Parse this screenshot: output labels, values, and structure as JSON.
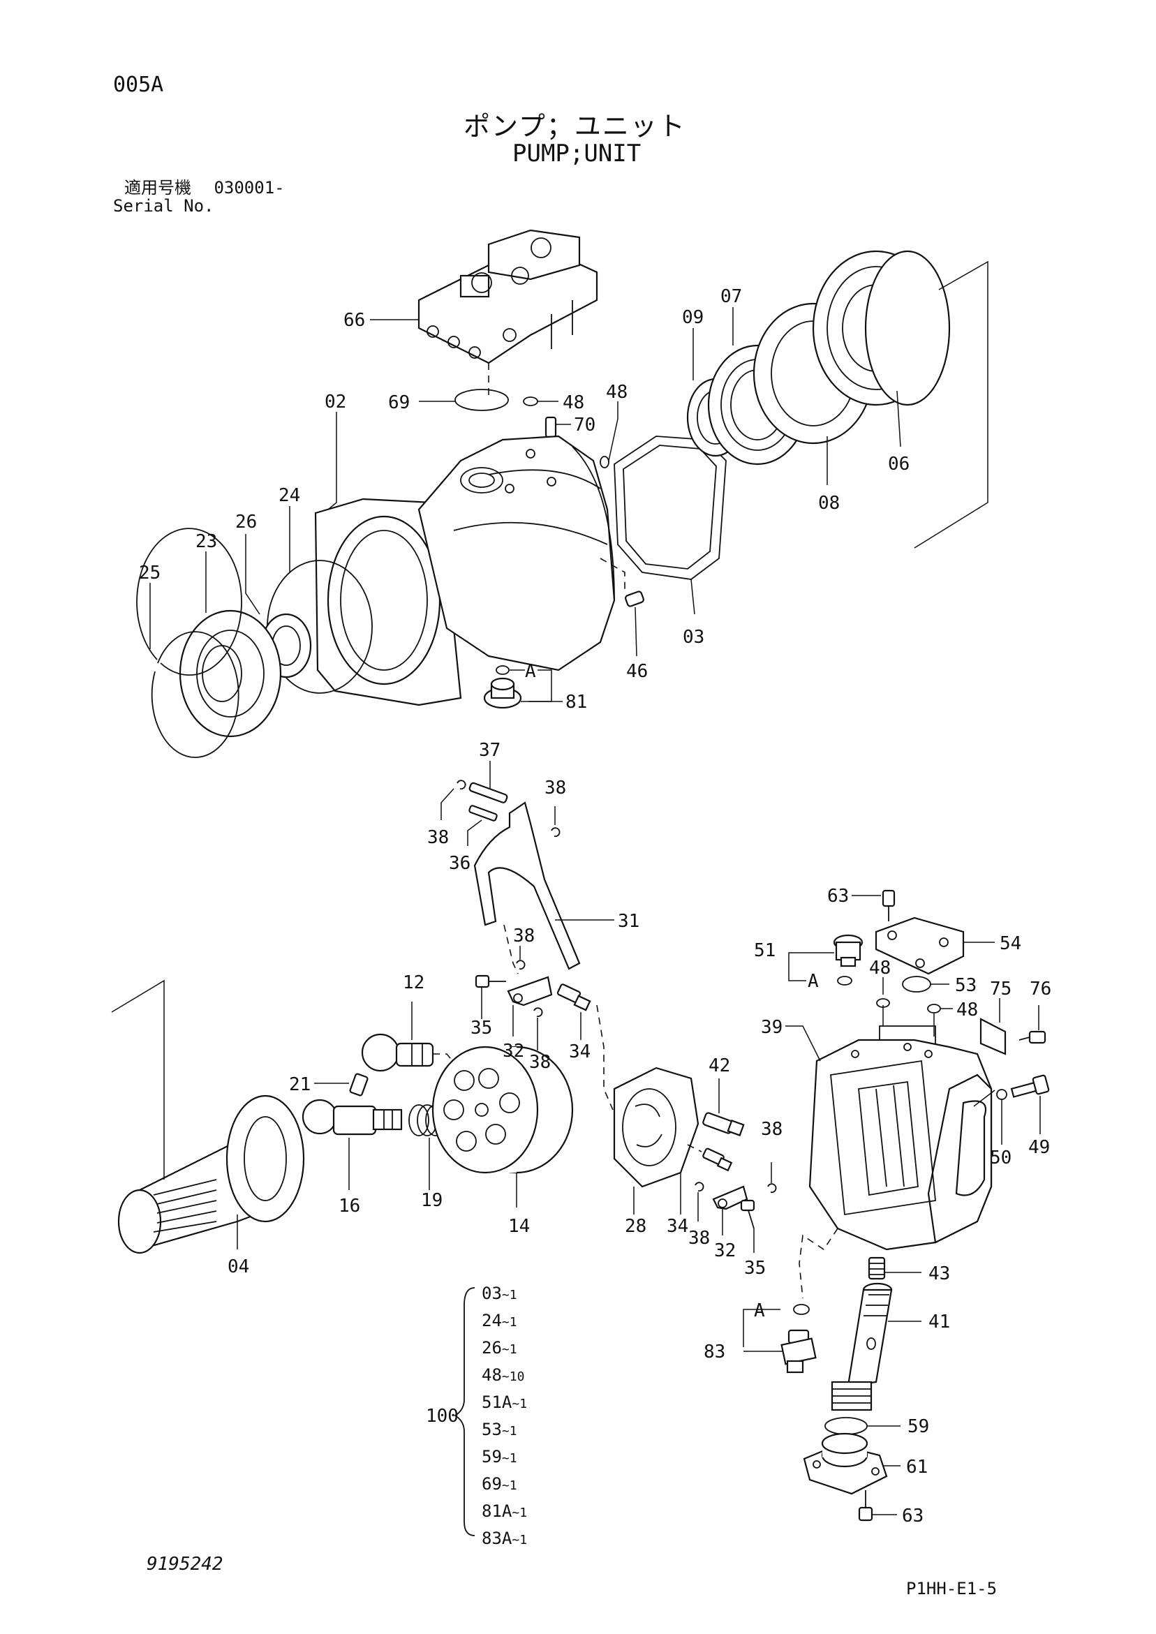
{
  "header": {
    "page_code": "005A",
    "title_jp": "ポンプ；ユニット",
    "title_en": "PUMP;UNIT",
    "serial_label_jp": "適用号機",
    "serial_value": "030001-",
    "serial_label_en": "Serial No."
  },
  "callouts": {
    "p66": "66",
    "p69": "69",
    "p48a": "48",
    "p70": "70",
    "p48b": "48",
    "p09": "09",
    "p07": "07",
    "p06": "06",
    "p08": "08",
    "p02": "02",
    "p03": "03",
    "p46": "46",
    "p24": "24",
    "p26": "26",
    "p23": "23",
    "p25": "25",
    "pA1": "A",
    "p81": "81",
    "p37": "37",
    "p38a": "38",
    "p38b": "38",
    "p36": "36",
    "p31": "31",
    "p38c": "38",
    "p12": "12",
    "p35a": "35",
    "p32a": "32",
    "p38d": "38",
    "p34a": "34",
    "p21": "21",
    "p16": "16",
    "p19": "19",
    "p14": "14",
    "p04": "04",
    "p42": "42",
    "p38e": "38",
    "p28": "28",
    "p34b": "34",
    "p38f": "38",
    "p32b": "32",
    "p35b": "35",
    "p63a": "63",
    "p54": "54",
    "p51": "51",
    "pA2": "A",
    "p48c": "48",
    "p53": "53",
    "p75": "75",
    "p76": "76",
    "p48d": "48",
    "p39": "39",
    "p49": "49",
    "p50": "50",
    "p43": "43",
    "pA3": "A",
    "p41": "41",
    "p83": "83",
    "p59": "59",
    "p61": "61",
    "p63b": "63"
  },
  "kit": {
    "label": "100",
    "items": [
      {
        "part": "03",
        "qty": "~1"
      },
      {
        "part": "24",
        "qty": "~1"
      },
      {
        "part": "26",
        "qty": "~1"
      },
      {
        "part": "48",
        "qty": "~10"
      },
      {
        "part": "51A",
        "qty": "~1"
      },
      {
        "part": "53",
        "qty": "~1"
      },
      {
        "part": "59",
        "qty": "~1"
      },
      {
        "part": "69",
        "qty": "~1"
      },
      {
        "part": "81A",
        "qty": "~1"
      },
      {
        "part": "83A",
        "qty": "~1"
      }
    ]
  },
  "footer": {
    "drawing_no": "9195242",
    "figure_ref": "P1HH-E1-5"
  }
}
